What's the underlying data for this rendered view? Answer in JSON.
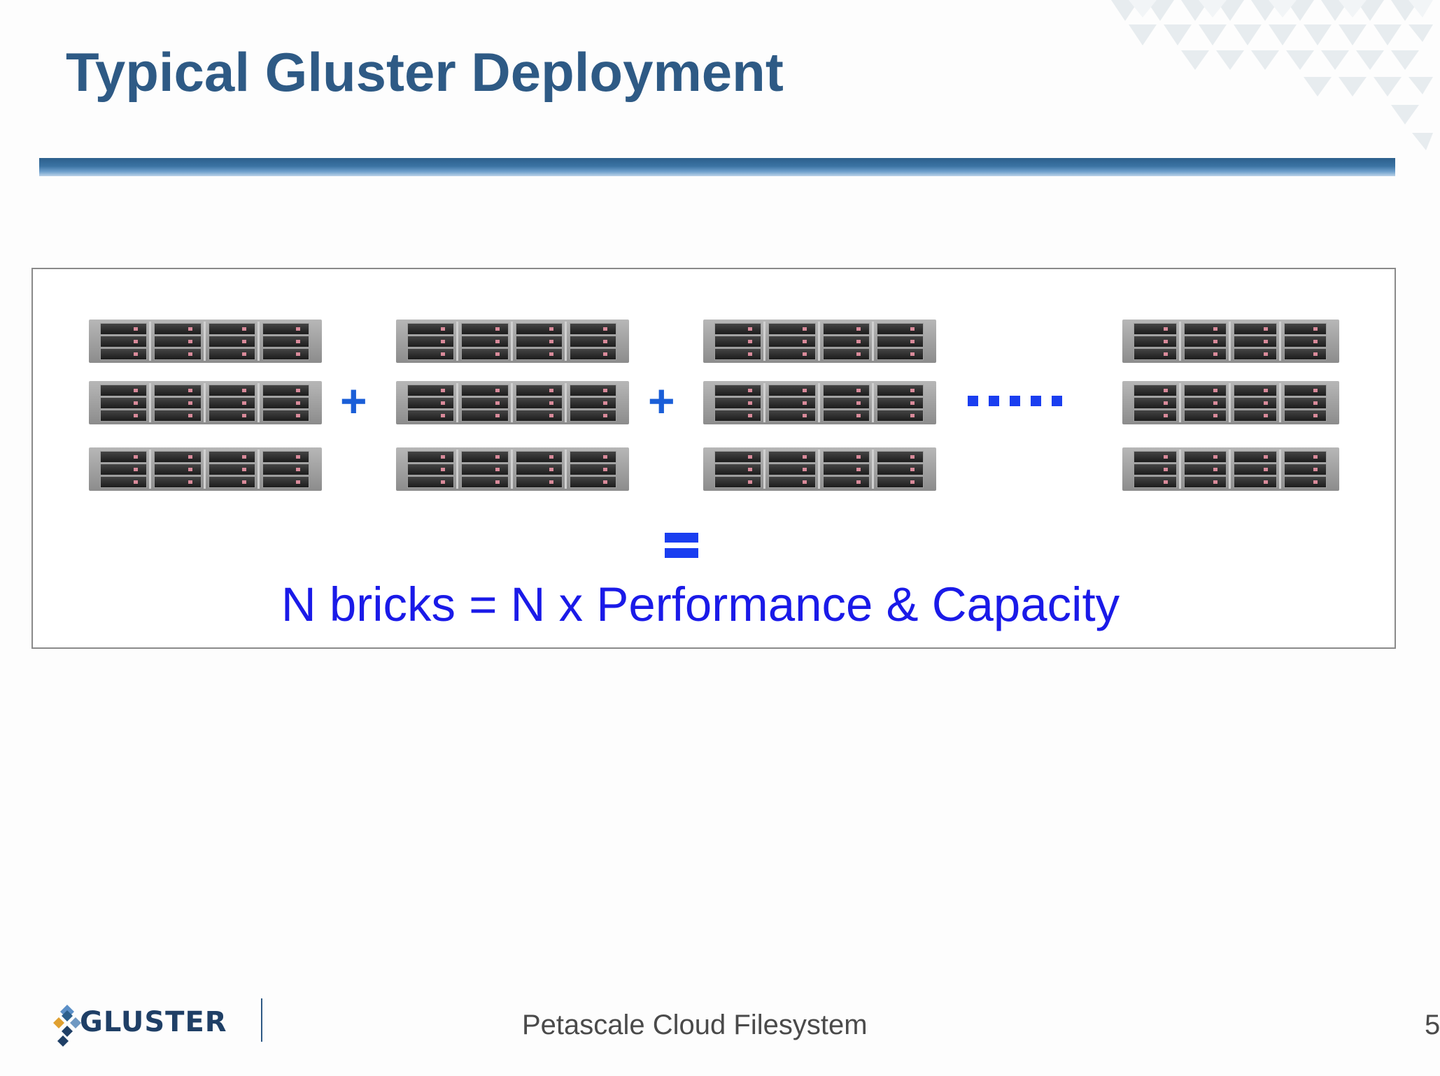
{
  "slide": {
    "title": "Typical Gluster Deployment",
    "plus_symbol": "+",
    "equation": "N bricks = N x Performance & Capacity",
    "footer_brand": "GLUSTER",
    "footer_subtitle": "Petascale Cloud Filesystem",
    "page_number": "5"
  },
  "diagram": {
    "server_columns": 4,
    "servers_per_column": 3,
    "continuation": "dotted-ellipsis",
    "colors": {
      "title": "#2e5a85",
      "operators": "#1a5ed8",
      "equation": "#1a1ae8",
      "rule": "#2c5f8c"
    },
    "icons": [
      "rack-server-icon",
      "plus-icon",
      "ellipsis-icon",
      "equals-icon",
      "gluster-logo-icon"
    ]
  }
}
